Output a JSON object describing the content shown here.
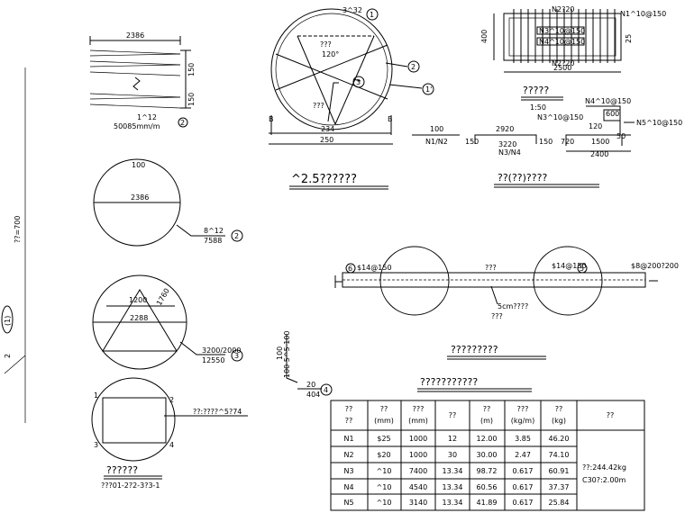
{
  "left_elevation": {
    "dim_label": "??=700",
    "circled": "(1)",
    "hook_label": "2"
  },
  "top_left": {
    "dim": "2386",
    "side_dim": "150",
    "bar_spec": "1^12",
    "length_note": "50085mm/m",
    "circle": "2"
  },
  "circle1": {
    "dim_top": "100",
    "dim_mid": "2386",
    "bar": "8^12",
    "len": "7588",
    "circle": "2"
  },
  "circle2": {
    "dim_a": "1200",
    "dim_b": "2288",
    "dim_c": "1760",
    "bar": "3200/2000",
    "len": "12550",
    "circle": "3"
  },
  "circle3": {
    "n1": "1",
    "n2": "2",
    "n3": "3",
    "n4": "4",
    "label": "??:????^5?74"
  },
  "bottom_left_title": "??????",
  "bottom_left_sub": "???01-2?2-3?3-1",
  "small_bar": {
    "v1": "100",
    "v2": "100 5^5 100",
    "v3": "20",
    "v4": "404",
    "circle": "4"
  },
  "section": {
    "tag_top": "3^32",
    "c1": "1",
    "c2": "2",
    "c3": "3",
    "c4": "1'",
    "inner1": "???",
    "inner2": "120°",
    "inner3": "???",
    "b_left": "B",
    "b_right": "B",
    "dim1": "234",
    "dim2": "250",
    "title": "^2.5??????"
  },
  "plan": {
    "top_dim": "N2?20",
    "right_note": "N1^10@150",
    "inner1": "N3^10@150",
    "inner2": "N4^10@150",
    "bottom": "N2?20",
    "width": "2500",
    "left_dim": "400",
    "right_side": "25",
    "title": "?????",
    "scale": "1:50"
  },
  "detail": {
    "n4": "N4^10@150",
    "n3": "N3^10@150",
    "n5": "N5^10@150",
    "d100": "100",
    "label_n1n2": "N1/N2",
    "d2920": "2920",
    "d150a": "150",
    "d150b": "150",
    "d3220": "3220",
    "n3n4": "N3/N4",
    "d720": "720",
    "d1500": "1500",
    "d50": "50",
    "d2400": "2400",
    "d600": "600",
    "d120": "120",
    "title": "??(??)????"
  },
  "beam": {
    "left_tag": "$14@150",
    "mid_tag": "???",
    "right_tag": "$14@150",
    "end_tag": "$8@200?200",
    "note": "5cm????",
    "note2": "???",
    "c6": "6",
    "c5": "5",
    "title": "?????????"
  },
  "table_title": "???????????",
  "table": {
    "headers": [
      [
        "??",
        "??"
      ],
      [
        "??",
        "(mm)"
      ],
      [
        "???",
        "(mm)"
      ],
      [
        "??",
        ""
      ],
      [
        "??",
        "(m)"
      ],
      [
        "???",
        "(kg/m)"
      ],
      [
        "??",
        "(kg)"
      ],
      [
        "??",
        ""
      ]
    ],
    "rows": [
      [
        "N1",
        "$25",
        "1000",
        "12",
        "12.00",
        "3.85",
        "46.20"
      ],
      [
        "N2",
        "$20",
        "1000",
        "30",
        "30.00",
        "2.47",
        "74.10"
      ],
      [
        "N3",
        "^10",
        "7400",
        "13.34",
        "98.72",
        "0.617",
        "60.91"
      ],
      [
        "N4",
        "^10",
        "4540",
        "13.34",
        "60.56",
        "0.617",
        "37.37"
      ],
      [
        "N5",
        "^10",
        "3140",
        "13.34",
        "41.89",
        "0.617",
        "25.84"
      ]
    ],
    "note1": "??:244.42kg",
    "note2": "C30?:2.00m"
  }
}
